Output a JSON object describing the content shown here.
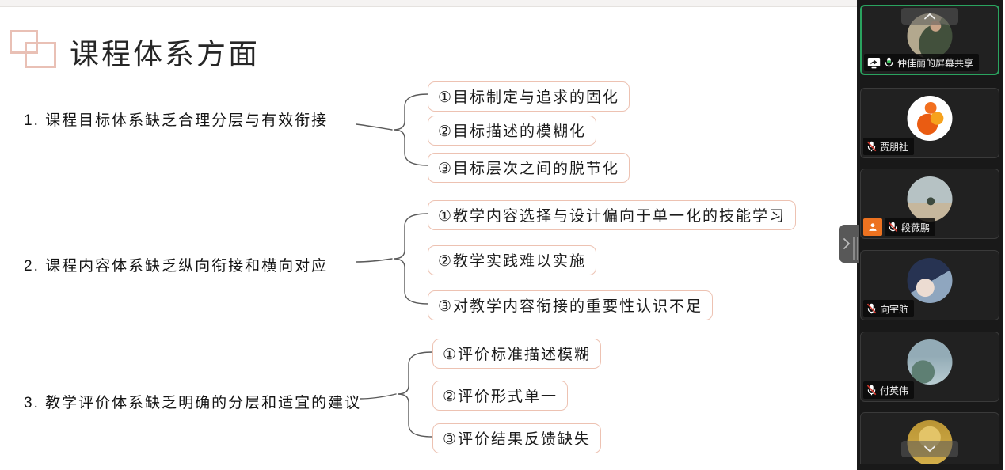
{
  "screen_share": {
    "title": "课程体系方面",
    "branches": [
      {
        "label": "1. 课程目标体系缺乏合理分层与有效衔接",
        "items": [
          "①目标制定与追求的固化",
          "②目标描述的模糊化",
          "③目标层次之间的脱节化"
        ]
      },
      {
        "label": "2. 课程内容体系缺乏纵向衔接和横向对应",
        "items": [
          "①教学内容选择与设计偏向于单一化的技能学习",
          "②教学实践难以实施",
          "③对教学内容衔接的重要性认识不足"
        ]
      },
      {
        "label": "3. 教学评价体系缺乏明确的分层和适宜的建议",
        "items": [
          "①评价标准描述模糊",
          "②评价形式单一",
          "③评价结果反馈缺失"
        ]
      }
    ],
    "colors": {
      "node_border": "#edc2b2",
      "title_icon": "#e9c0b5",
      "brace": "#5a5a5a",
      "text": "#1c1c1c"
    }
  },
  "video_panel": {
    "tiles": [
      {
        "name": "仲佳丽的屏幕共享",
        "mic": "on",
        "screen_sharing": true,
        "active_speaker": true
      },
      {
        "name": "贾朋社",
        "mic": "muted"
      },
      {
        "name": "段薇鹏",
        "mic": "muted",
        "badge": "host"
      },
      {
        "name": "向宇航",
        "mic": "muted"
      },
      {
        "name": "付英伟",
        "mic": "muted"
      },
      {
        "name": "",
        "mic": "none"
      }
    ],
    "icons": {
      "scroll_up": "chevron-up-icon",
      "scroll_down": "chevron-down-icon",
      "collapse": "chevron-right-icon",
      "share": "screen-share-icon",
      "mic_on": "mic-on-icon",
      "mic_muted": "mic-muted-icon",
      "host": "person-badge-icon"
    },
    "colors": {
      "panel_bg": "#191919",
      "tile_bg": "#212121",
      "active_border": "#2aa35f",
      "host_badge": "#ed7220",
      "mic_green": "#35c75a",
      "muted_red": "#d63a2f"
    }
  }
}
